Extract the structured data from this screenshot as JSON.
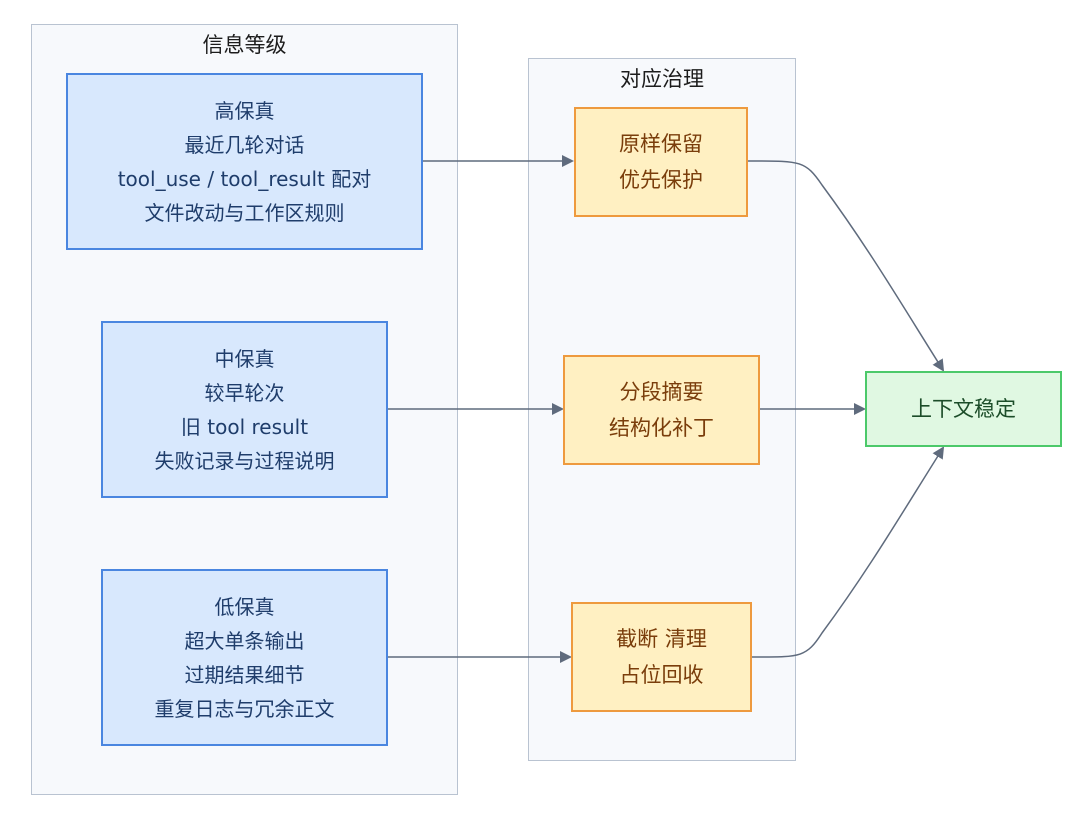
{
  "groups": {
    "info_levels": {
      "title": "信息等级"
    },
    "governance": {
      "title": "对应治理"
    }
  },
  "nodes": {
    "high": {
      "lines": [
        "高保真",
        "最近几轮对话",
        "tool_use / tool_result 配对",
        "文件改动与工作区规则"
      ]
    },
    "mid": {
      "lines": [
        "中保真",
        "较早轮次",
        "旧 tool result",
        "失败记录与过程说明"
      ]
    },
    "low": {
      "lines": [
        "低保真",
        "超大单条输出",
        "过期结果细节",
        "重复日志与冗余正文"
      ]
    },
    "keep": {
      "lines": [
        "原样保留",
        "优先保护"
      ]
    },
    "summarize": {
      "lines": [
        "分段摘要",
        "结构化补丁"
      ]
    },
    "truncate": {
      "lines": [
        "截断 清理",
        "占位回收"
      ]
    },
    "stable": {
      "lines": [
        "上下文稳定"
      ]
    }
  },
  "colors": {
    "edge": "#5f6b7d",
    "blue_fill": "#d8e8fd",
    "blue_border": "#4a86e0",
    "orange_fill": "#fff0c2",
    "orange_border": "#ee9a3e",
    "green_fill": "#e0f8e2",
    "green_border": "#4cc96a"
  }
}
